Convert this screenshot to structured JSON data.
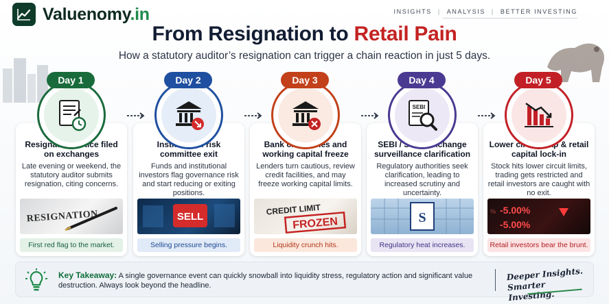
{
  "brand": {
    "name": "Valuenomy",
    "tld": ".in"
  },
  "nav": {
    "items": [
      "INSIGHTS",
      "ANALYSIS",
      "BETTER INVESTING"
    ],
    "separator": "|"
  },
  "header": {
    "title_part1": "From Resignation to",
    "title_part2": "Retail Pain",
    "subtitle": "How a statutory auditor’s resignation can trigger a chain reaction in just 5 days."
  },
  "days": [
    {
      "label": "Day 1",
      "title": "Resignation notice filed on exchanges",
      "description": "Late evening or weekend, the statutory auditor submits resignation, citing concerns.",
      "image_text": "RESIGNATION",
      "note": "First red flag to the market.",
      "color": "#1a6b3c",
      "note_bg": "#e3f1e7",
      "note_color": "#17603a",
      "icon": "document-clock-icon"
    },
    {
      "label": "Day 2",
      "title": "Institutional risk committee exit",
      "description": "Funds and institutional investors flag governance risk and start reducing or exiting positions.",
      "image_text": "SELL",
      "note": "Selling pressure begins.",
      "color": "#1f4fa0",
      "note_bg": "#e1eaf7",
      "note_color": "#1d4a92",
      "icon": "bank-down-arrow-icon"
    },
    {
      "label": "Day 3",
      "title": "Bank credit lines and working capital freeze",
      "description": "Lenders turn cautious, review credit facilities, and may freeze working capital limits.",
      "image_text_1": "CREDIT LIMIT",
      "image_text_2": "FROZEN",
      "note": "Liquidity crunch hits.",
      "color": "#c2401a",
      "note_bg": "#fbe7dc",
      "note_color": "#b2381a",
      "icon": "bank-cancel-icon"
    },
    {
      "label": "Day 4",
      "title": "SEBI / Stock exchange surveillance clarification",
      "description": "Regulatory authorities seek clarification, leading to increased scrutiny and uncertainty.",
      "icon_text": "SEBI",
      "note": "Regulatory heat increases.",
      "color": "#4b3a92",
      "note_bg": "#e8e4f4",
      "note_color": "#3f3384",
      "icon": "sebi-magnifier-icon"
    },
    {
      "label": "Day 5",
      "title": "Lower circuit trap & retail capital lock-in",
      "description": "Stock hits lower circuit limits, trading gets restricted and retail investors are caught with no exit.",
      "image_text_1": "-5.00%",
      "image_text_2": "-5.00%",
      "note": "Retail investors bear the brunt.",
      "color": "#c22026",
      "note_bg": "#fbe3e3",
      "note_color": "#b21e24",
      "icon": "chart-down-icon"
    }
  ],
  "footer": {
    "key_label": "Key Takeaway:",
    "takeaway": "A single governance event can quickly snowball into liquidity stress, regulatory action and significant value destruction. Always look beyond the headline.",
    "slogan_line1": "Deeper Insights.",
    "slogan_line2": "Smarter Investing."
  }
}
